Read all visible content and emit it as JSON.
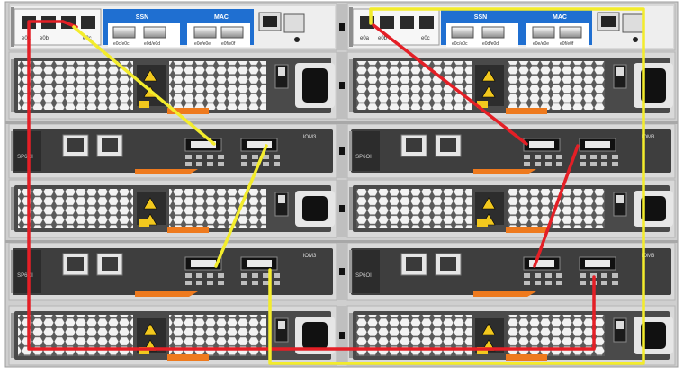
{
  "controller_labels": {
    "ssn": "SSN",
    "mac": "MAC",
    "port_0a": "e0a",
    "port_0b": "e0b",
    "port_0c": "e0c",
    "port_0d": "e0d",
    "port_0e": "e0e",
    "port_0f": "e0f"
  },
  "module_labels": {
    "iom": "IOM3",
    "model": "SP6OI"
  },
  "colors": {
    "chassis": "#d9d9d9",
    "chassis_frame": "#b5b5b5",
    "module_face": "#3e3e3e",
    "psu_face": "#4a4a4a",
    "blue_band": "#1f6fd1",
    "orange_tab": "#ee7a1e",
    "warning": "#f2c81e",
    "cable_red": "#e41f26",
    "cable_yellow": "#f3ec2c"
  },
  "icons": [
    "warning-triangle-icon",
    "ethernet-port-icon",
    "sas-port-icon",
    "power-socket-icon",
    "power-switch-icon",
    "network-symbol-icon"
  ]
}
